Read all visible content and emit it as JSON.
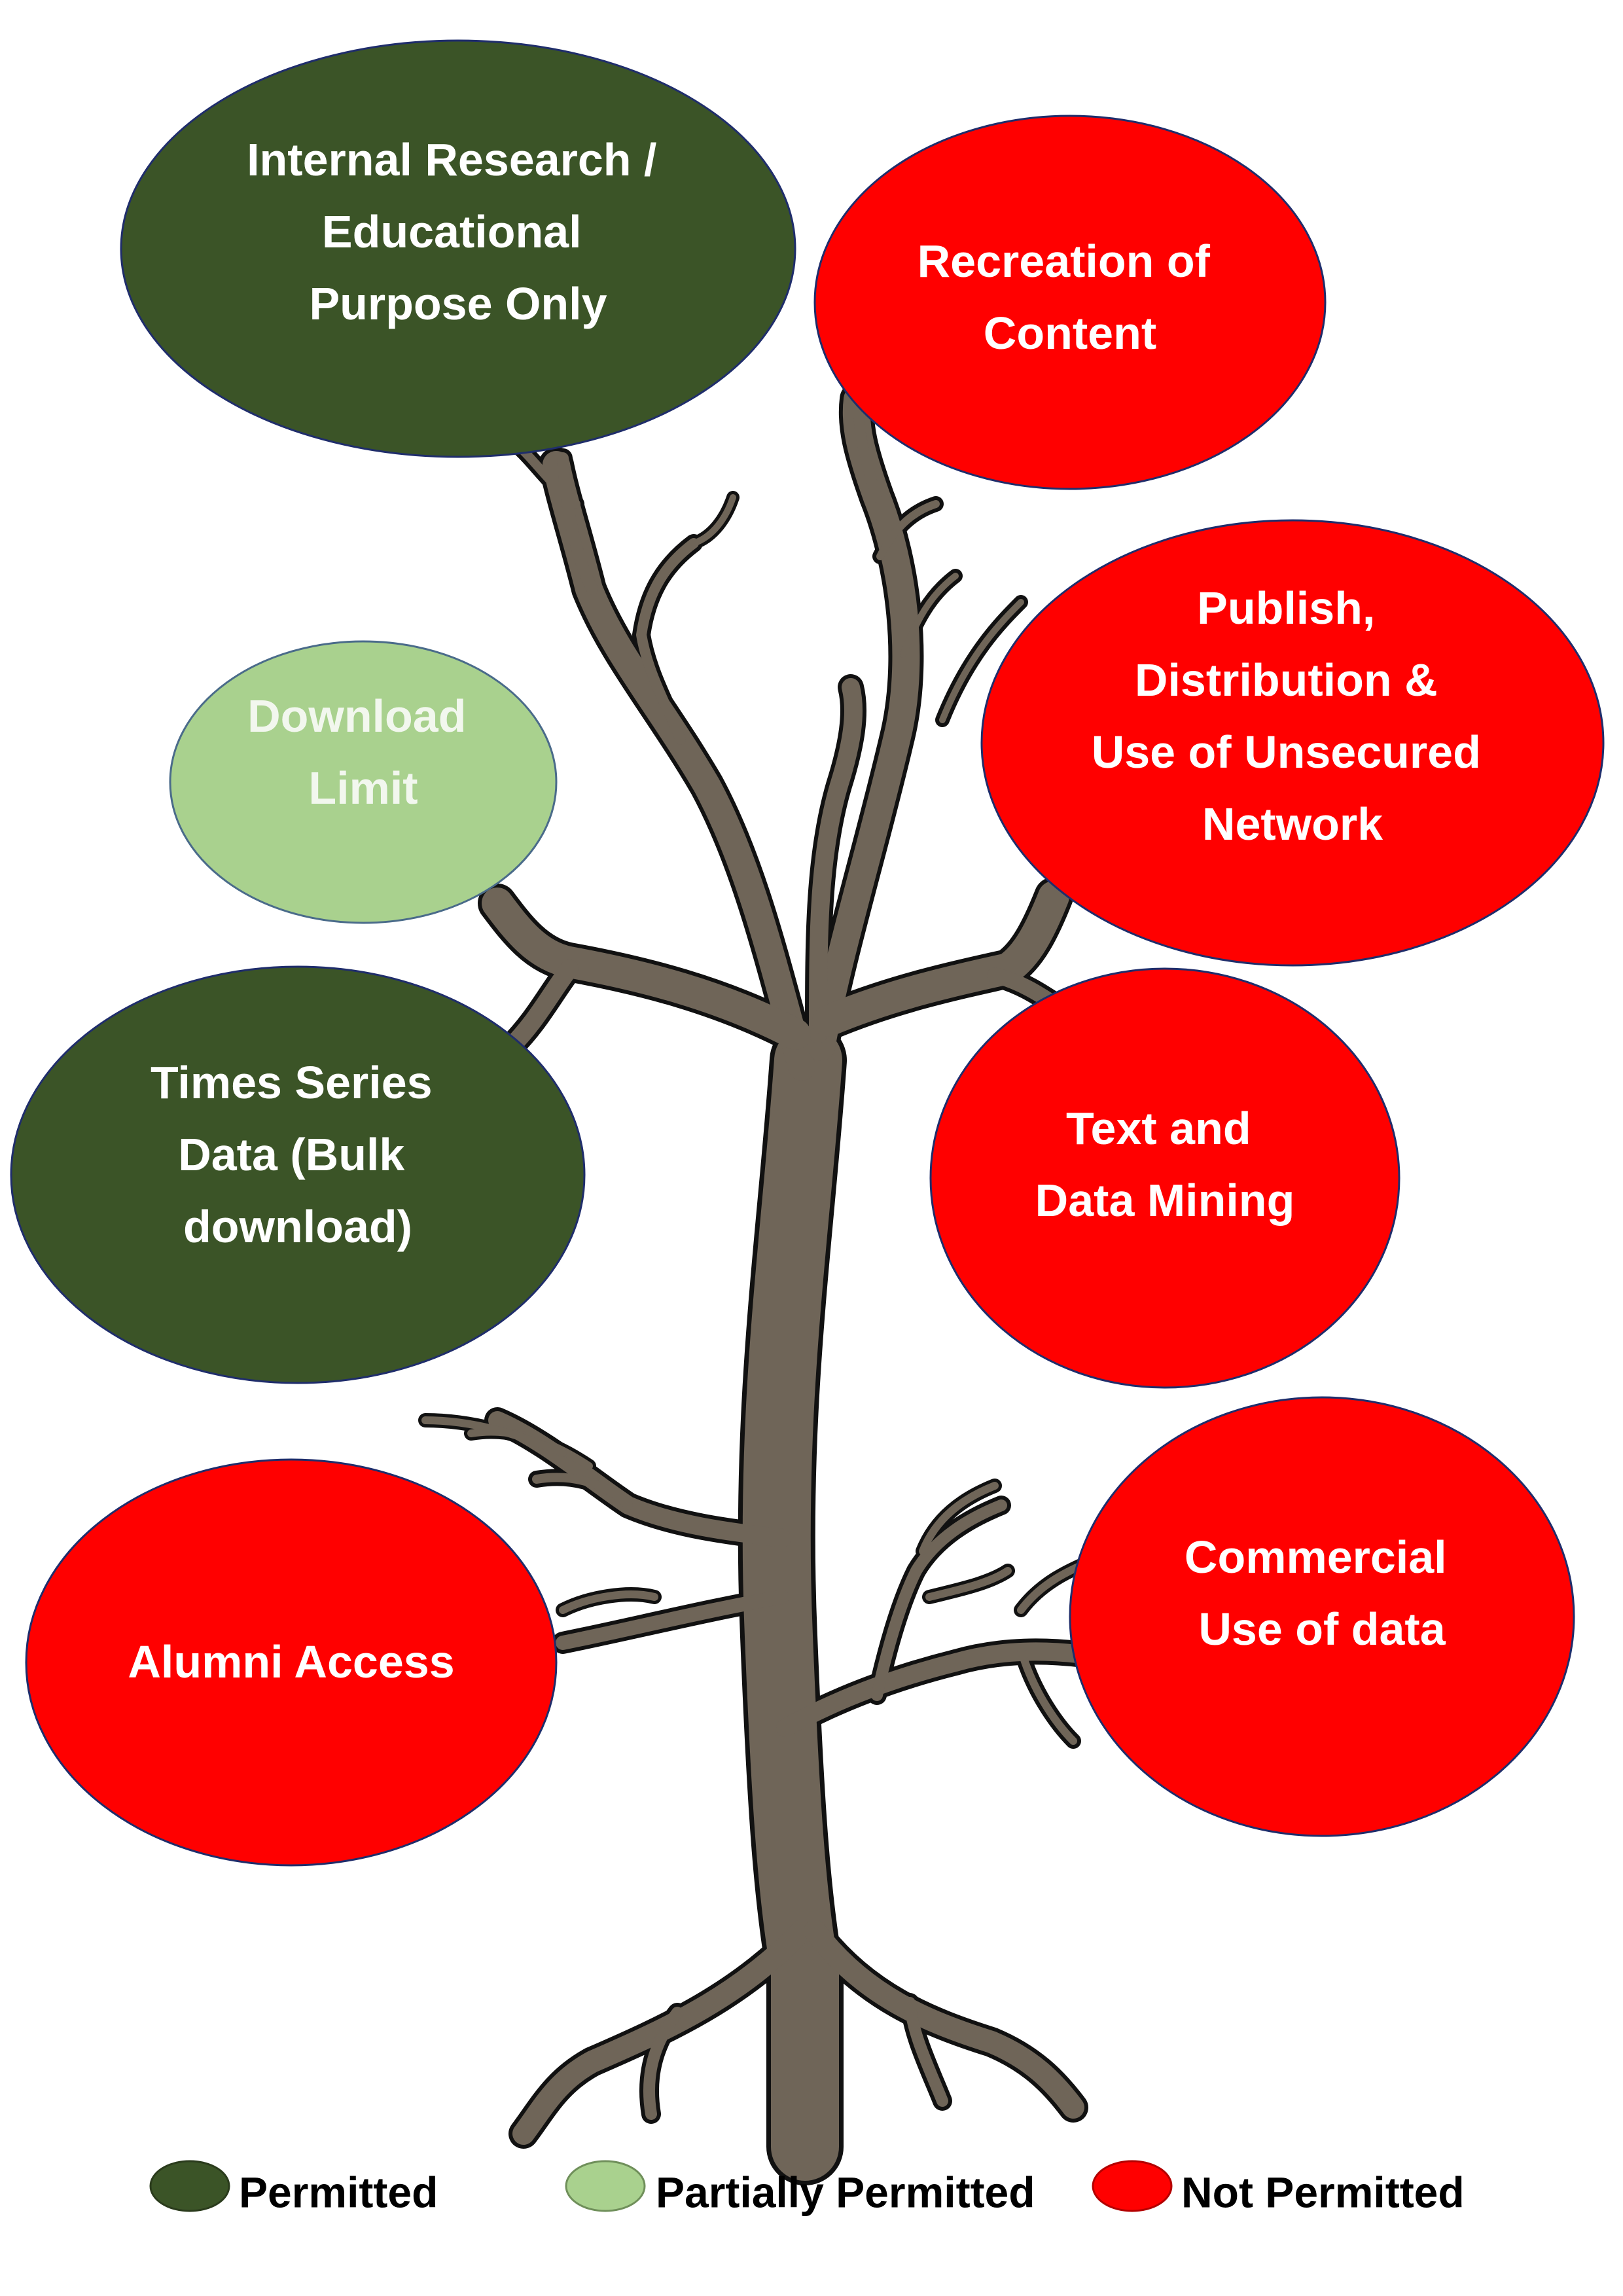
{
  "colors": {
    "permitted": "#3b5427",
    "partially_permitted": "#a9d18e",
    "not_permitted": "#ff0000",
    "trunk": "#6f6558",
    "outline": "#111111",
    "text_light": "#ffffff",
    "text_partial": "#f2f7ee"
  },
  "nodes": [
    {
      "id": "internal-research",
      "status": "permitted",
      "lines": [
        "Internal Research /",
        "Educational",
        "Purpose Only"
      ]
    },
    {
      "id": "recreation-of-content",
      "status": "not_permitted",
      "lines": [
        "Recreation of",
        "Content"
      ]
    },
    {
      "id": "download-limit",
      "status": "partially_permitted",
      "lines": [
        "Download",
        "Limit"
      ]
    },
    {
      "id": "publish-distribution",
      "status": "not_permitted",
      "lines": [
        "Publish,",
        "Distribution &",
        "Use of Unsecured",
        "Network"
      ]
    },
    {
      "id": "times-series-data",
      "status": "permitted",
      "lines": [
        "Times Series",
        "Data (Bulk",
        "download)"
      ]
    },
    {
      "id": "text-and-data-mining",
      "status": "not_permitted",
      "lines": [
        "Text and",
        "Data Mining"
      ]
    },
    {
      "id": "alumni-access",
      "status": "not_permitted",
      "lines": [
        "Alumni Access"
      ]
    },
    {
      "id": "commercial-use",
      "status": "not_permitted",
      "lines": [
        "Commercial",
        "Use of data"
      ]
    }
  ],
  "legend": {
    "permitted": "Permitted",
    "partially_permitted": "Partially Permitted",
    "not_permitted": "Not Permitted"
  }
}
